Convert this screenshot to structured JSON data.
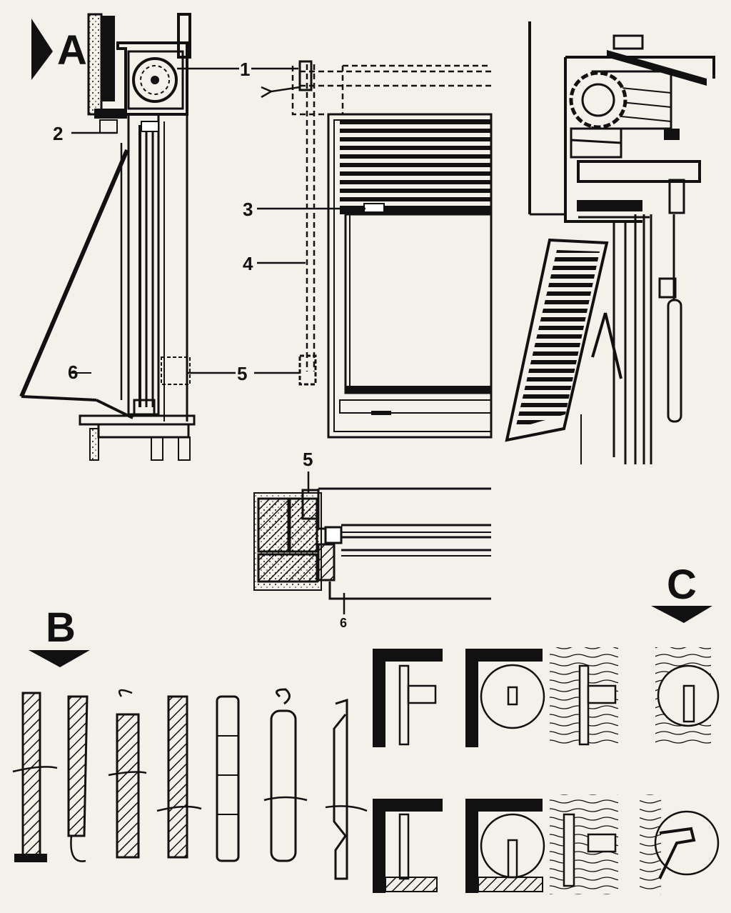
{
  "sections": {
    "a": "A",
    "b": "B",
    "c": "C"
  },
  "callouts": {
    "c1": "1",
    "c2": "2",
    "c3": "3",
    "c4": "4",
    "c5": "5",
    "c6": "6",
    "c5_plan": "5",
    "c6_plan": "6"
  },
  "colors": {
    "ink": "#111111",
    "paper": "#f3f1ea"
  }
}
